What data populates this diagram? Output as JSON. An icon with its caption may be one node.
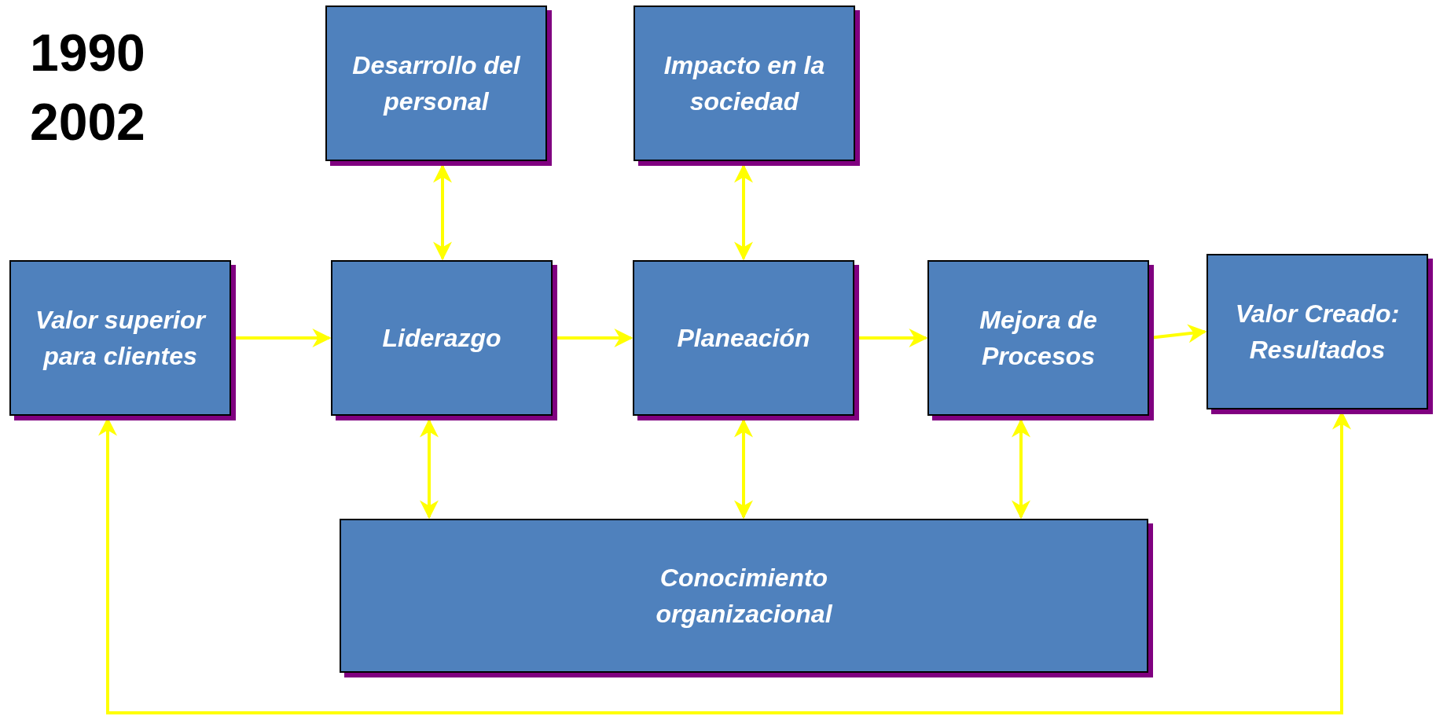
{
  "diagram": {
    "nodes": [
      {
        "text": [
          "Desarrollo del personal"
        ]
      },
      {
        "text": [
          "Impacto en la sociedad"
        ]
      },
      {
        "text": [
          "Valor superior para clientes"
        ]
      },
      {
        "text": [
          "Liderazgo"
        ]
      },
      {
        "text": [
          "Planeación"
        ]
      },
      {
        "text": [
          "Mejora de Procesos"
        ]
      },
      {
        "text": [
          "Valor Creado: Resultados"
        ]
      },
      {
        "text": [
          "Conocimiento organizacional"
        ]
      }
    ],
    "edges": [
      {
        "from": 2,
        "to": 3,
        "arrow": "to"
      },
      {
        "from": 3,
        "to": 4,
        "arrow": "to"
      },
      {
        "from": 4,
        "to": 5,
        "arrow": "to"
      },
      {
        "from": 5,
        "to": 6,
        "arrow": "to"
      },
      {
        "from": 0,
        "to": 3,
        "arrow": "both"
      },
      {
        "from": 1,
        "to": 4,
        "arrow": "both"
      },
      {
        "from": 3,
        "to": 7,
        "arrow": "both"
      },
      {
        "from": 4,
        "to": 7,
        "arrow": "both"
      },
      {
        "from": 5,
        "to": 7,
        "arrow": "both"
      },
      {
        "from": 6,
        "to": 2,
        "arrow": "both"
      }
    ],
    "labels": [
      "1990",
      "2002"
    ]
  }
}
